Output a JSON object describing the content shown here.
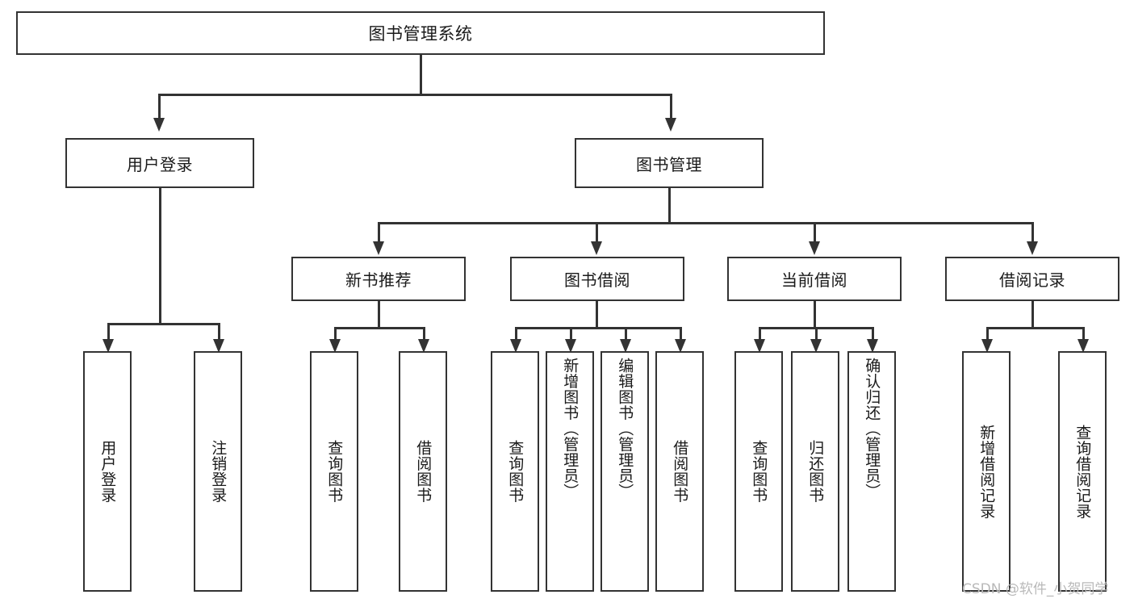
{
  "diagram": {
    "title": "图书管理系统",
    "type": "tree",
    "root": {
      "label": "图书管理系统"
    },
    "level1": [
      {
        "label": "用户登录"
      },
      {
        "label": "图书管理"
      }
    ],
    "level2": [
      {
        "label": "新书推荐"
      },
      {
        "label": "图书借阅"
      },
      {
        "label": "当前借阅"
      },
      {
        "label": "借阅记录"
      }
    ],
    "leaves": {
      "user_login": [
        {
          "label": "用户登录"
        },
        {
          "label": "注销登录"
        }
      ],
      "new_book_recommend": [
        {
          "label": "查询图书"
        },
        {
          "label": "借阅图书"
        }
      ],
      "book_borrow": [
        {
          "label": "查询图书"
        },
        {
          "label": "新增图书（管理员）"
        },
        {
          "label": "编辑图书（管理员）"
        },
        {
          "label": "借阅图书"
        }
      ],
      "current_borrow": [
        {
          "label": "查询图书"
        },
        {
          "label": "归还图书"
        },
        {
          "label": "确认归还（管理员）"
        }
      ],
      "borrow_record": [
        {
          "label": "新增借阅记录"
        },
        {
          "label": "查询借阅记录"
        }
      ]
    }
  },
  "watermark": {
    "text": "CSDN @软件_小贺同学"
  },
  "colors": {
    "stroke": "#333333",
    "fill": "#ffffff",
    "text": "#1a1a1a",
    "watermark": "#b9b9b9"
  }
}
